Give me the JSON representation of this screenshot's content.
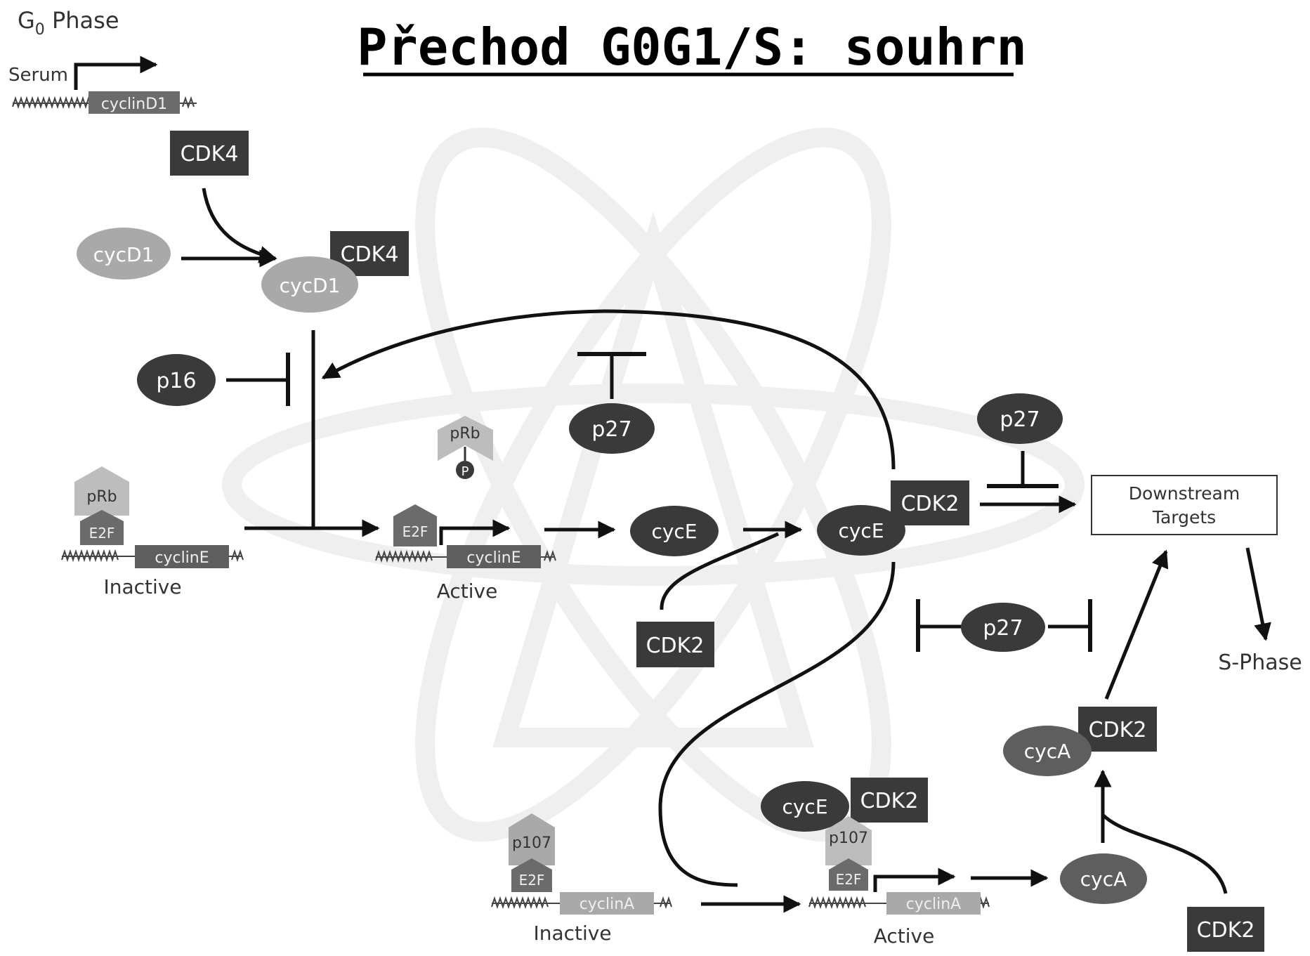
{
  "title": "Přechod G0G1/S: souhrn",
  "g0_phase": {
    "main": "G",
    "sub": "0",
    "rest": " Phase"
  },
  "serum": "Serum",
  "genes": {
    "cyclinD1": "cyclinD1",
    "cyclinE": "cyclinE",
    "cyclinA": "cyclinA"
  },
  "proteins": {
    "cdk4": "CDK4",
    "cycD1": "cycD1",
    "p16": "p16",
    "p27": "p27",
    "pRb": "pRb",
    "phospho": "P",
    "e2f": "E2F",
    "p107": "p107",
    "cycE": "cycE",
    "cdk2": "CDK2",
    "cycA": "cycA"
  },
  "states": {
    "inactive": "Inactive",
    "active": "Active"
  },
  "downstream": {
    "line1": "Downstream",
    "line2": "Targets"
  },
  "s_phase": "S-Phase",
  "colors": {
    "dark_box": "#3a3a3a",
    "mid_box": "#5e5e5e",
    "light_oval": "#a9a9a9",
    "light_shape": "#bdbdbd",
    "line": "#111111",
    "watermark": "#efefef"
  }
}
